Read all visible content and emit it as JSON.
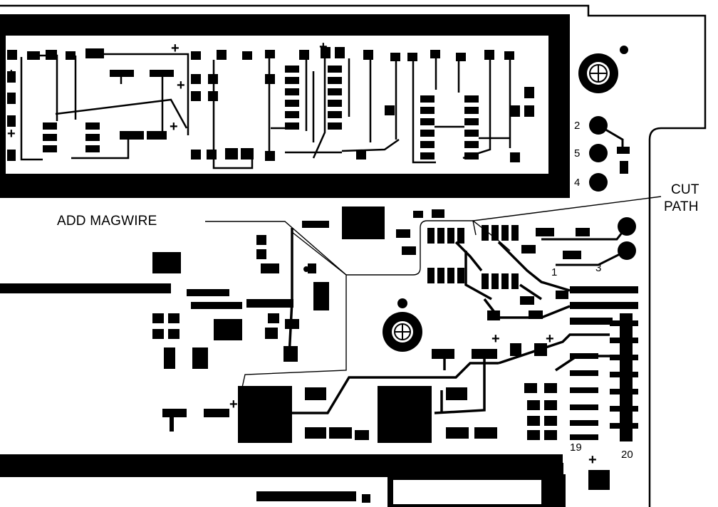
{
  "callouts": {
    "add_magwire": "ADD MAGWIRE",
    "cut_path_line1": "CUT",
    "cut_path_line2": "PATH"
  },
  "pin_labels": {
    "pin2": "2",
    "pin5": "5",
    "pin4": "4",
    "pin1": "1",
    "pin3": "3",
    "pin19": "19",
    "pin20": "20"
  },
  "polarity_mark": "+",
  "colors": {
    "copper": "#000000",
    "board": "#ffffff"
  }
}
